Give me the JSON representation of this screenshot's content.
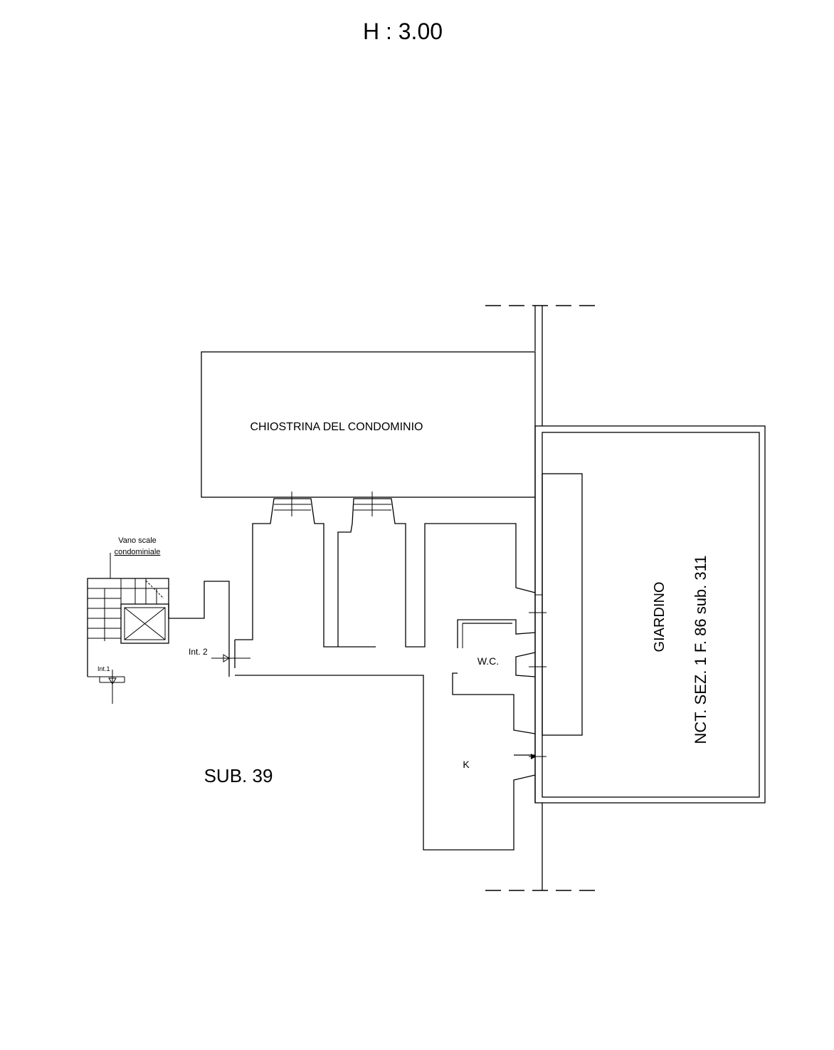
{
  "height_label": "H : 3.00",
  "rooms": {
    "chiostrina": "CHIOSTRINA DEL CONDOMINIO",
    "wc": "W.C.",
    "kitchen": "K"
  },
  "garden": {
    "name": "GIARDINO",
    "cadastral_ref": "NCT. SEZ. 1 F. 86 sub. 311"
  },
  "stair": {
    "label_line1": "Vano scale",
    "label_line2": "condominiale"
  },
  "entrances": {
    "int1": "Int.1",
    "int2": "Int. 2"
  },
  "sub_label": "SUB. 39"
}
